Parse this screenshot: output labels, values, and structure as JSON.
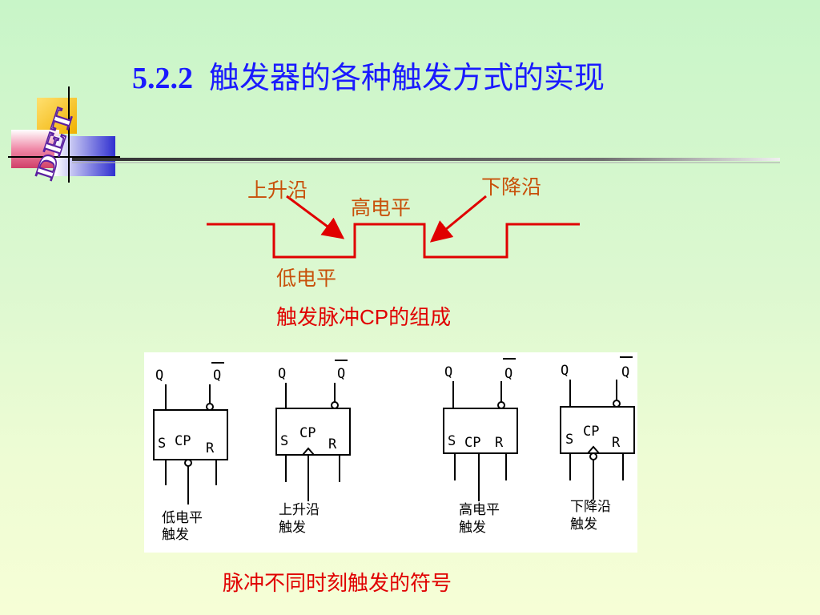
{
  "logo": {
    "text": "DET"
  },
  "title": {
    "number": "5.2.2",
    "text": "触发器的各种触发方式的实现"
  },
  "waveform": {
    "rising_edge": "上升沿",
    "high_level": "高电平",
    "falling_edge": "下降沿",
    "low_level": "低电平"
  },
  "caption1": {
    "pre": "触发脉冲",
    "cp": "CP",
    "post": "的组成"
  },
  "symbols": {
    "q": "Q",
    "qbar": "Q",
    "s": "S",
    "cp": "CP",
    "r": "R",
    "items": [
      {
        "line1": "低电平",
        "line2": "触发"
      },
      {
        "line1": "上升沿",
        "line2": "触发"
      },
      {
        "line1": "高电平",
        "line2": "触发"
      },
      {
        "line1": "下降沿",
        "line2": "触发"
      }
    ]
  },
  "caption2": "脉冲不同时刻触发的符号",
  "colors": {
    "title": "#1a1aff",
    "label": "#c8500a",
    "caption": "#e00000",
    "arrow": "#e00000"
  }
}
